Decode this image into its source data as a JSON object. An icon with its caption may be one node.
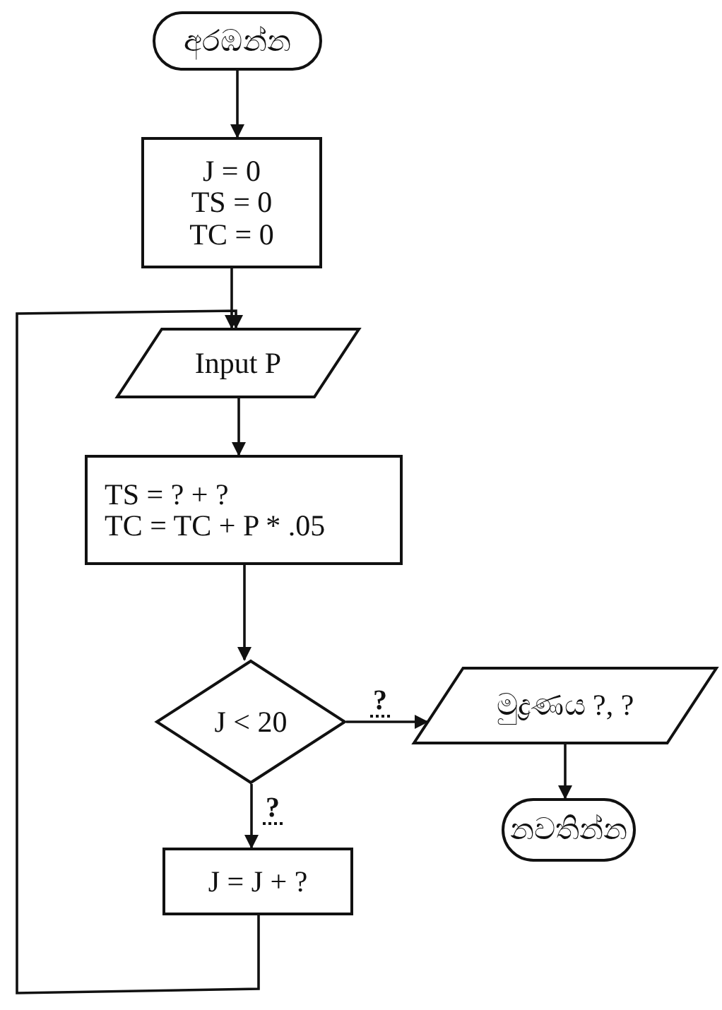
{
  "diagram": {
    "nodes": [
      {
        "text": [
          "අරඹන්න"
        ]
      },
      {
        "text": [
          "J = 0",
          "TS = 0",
          "TC = 0"
        ]
      },
      {
        "text": [
          "Input P"
        ]
      },
      {
        "text": [
          "TS = ? + ?",
          "TC = TC + P * .05"
        ]
      },
      {
        "text": [
          "J < 20"
        ]
      },
      {
        "text": [
          "මුද්‍රණය ?, ?"
        ]
      },
      {
        "text": [
          "නවතින්න"
        ]
      },
      {
        "text": [
          "J = J + ?"
        ]
      }
    ],
    "edges": [
      {
        "from": 0,
        "to": 1,
        "arrow": "to"
      },
      {
        "from": 1,
        "to": 2,
        "arrow": "to"
      },
      {
        "from": 2,
        "to": 3,
        "arrow": "to"
      },
      {
        "from": 3,
        "to": 4,
        "arrow": "to"
      },
      {
        "from": 4,
        "to": 5,
        "arrow": "to",
        "label": "?"
      },
      {
        "from": 5,
        "to": 6,
        "arrow": "to"
      },
      {
        "from": 4,
        "to": 7,
        "arrow": "to",
        "label": "?"
      },
      {
        "from": 7,
        "to": 2,
        "arrow": "to"
      }
    ]
  }
}
